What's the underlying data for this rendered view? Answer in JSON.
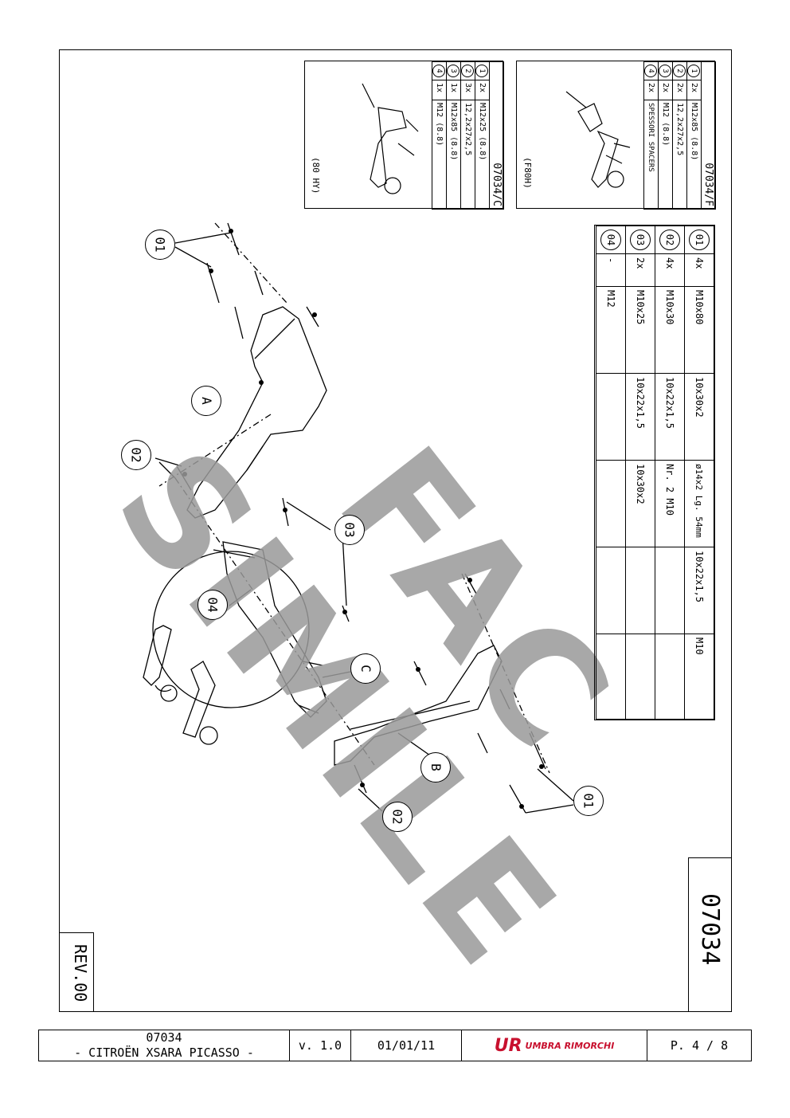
{
  "drawing_number": "07034",
  "revision": "REV.00",
  "footer": {
    "code": "07034",
    "vehicle": "- CITROËN XSARA PICASSO -",
    "version": "v. 1.0",
    "date": "01/01/11",
    "logo_mark": "UR",
    "logo_text": "UMBRA RIMORCHI",
    "page": "P. 4 / 8"
  },
  "watermark": "FAC SIMILE",
  "parts_table": [
    {
      "ref": "01",
      "qty": "4x",
      "bolt": "M10x80",
      "washer": "10x30x2",
      "spacer": "ø14x2 Lg. 54mm",
      "lock": "10x22x1,5",
      "nut": "M10"
    },
    {
      "ref": "02",
      "qty": "4x",
      "bolt": "M10x30",
      "washer": "10x22x1,5",
      "spacer": "Nr. 2 M10",
      "lock": "",
      "nut": ""
    },
    {
      "ref": "03",
      "qty": "2x",
      "bolt": "M10x25",
      "washer": "10x22x1,5",
      "spacer": "10x30x2",
      "lock": "",
      "nut": ""
    },
    {
      "ref": "04",
      "qty": "-",
      "bolt": "M12",
      "washer": "",
      "spacer": "",
      "lock": "",
      "nut": ""
    }
  ],
  "inset_f": {
    "title": "07034/F",
    "label": "(F80H)",
    "rows": [
      {
        "n": "1",
        "qty": "2x",
        "desc": "M12x85 (8.8)"
      },
      {
        "n": "2",
        "qty": "2x",
        "desc": "12,2x27x2,5"
      },
      {
        "n": "3",
        "qty": "2x",
        "desc": "M12 (8.8)"
      },
      {
        "n": "4",
        "qty": "2x",
        "desc": "SPESSORI SPACERS"
      }
    ]
  },
  "inset_c": {
    "title": "07034/C",
    "label": "(80 HY)",
    "rows": [
      {
        "n": "1",
        "qty": "2x",
        "desc": "M12x25 (8.8)"
      },
      {
        "n": "2",
        "qty": "3x",
        "desc": "12,2x27x2,5"
      },
      {
        "n": "3",
        "qty": "1x",
        "desc": "M12x85 (8.8)"
      },
      {
        "n": "4",
        "qty": "1x",
        "desc": "M12 (8.8)"
      }
    ]
  },
  "callouts": {
    "c01a": "01",
    "c02a": "02",
    "c03": "03",
    "c04": "04",
    "c02b": "02",
    "c01b": "01",
    "cA": "A",
    "cB": "B",
    "cC": "C"
  }
}
